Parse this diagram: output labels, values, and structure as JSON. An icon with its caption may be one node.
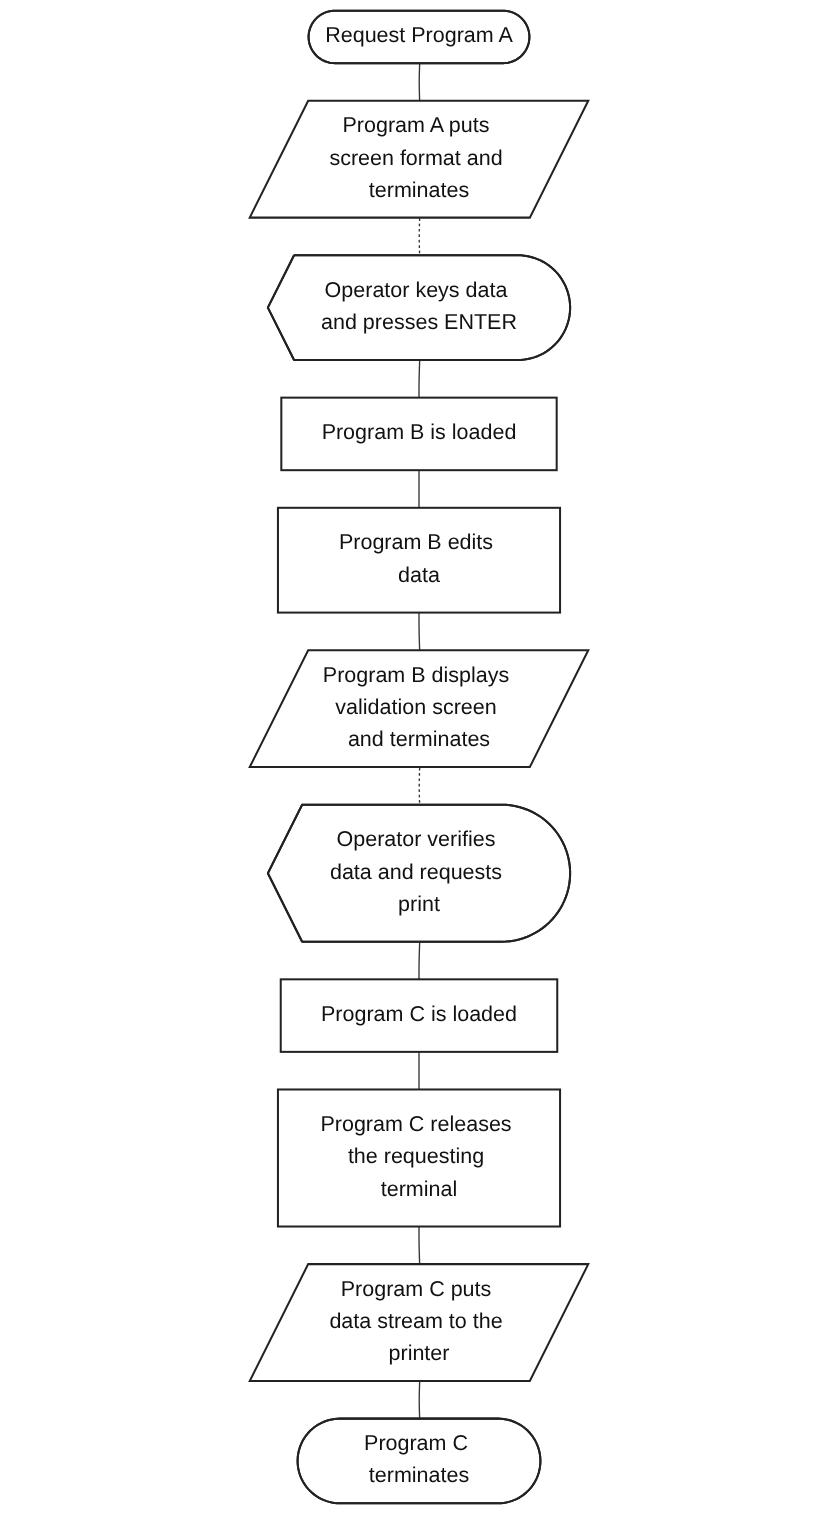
{
  "diagram": {
    "nodes": [
      {
        "text": [
          "Request Program A"
        ]
      },
      {
        "text": [
          "Program A puts screen format and terminates"
        ]
      },
      {
        "text": [
          "Operator keys data and presses ENTER"
        ]
      },
      {
        "text": [
          "Program B is loaded"
        ]
      },
      {
        "text": [
          "Program B edits data"
        ]
      },
      {
        "text": [
          "Program B displays validation screen and terminates"
        ]
      },
      {
        "text": [
          "Operator verifies data and requests print"
        ]
      },
      {
        "text": [
          "Program C is loaded"
        ]
      },
      {
        "text": [
          "Program C releases the requesting terminal"
        ]
      },
      {
        "text": [
          "Program C puts data stream to the printer"
        ]
      },
      {
        "text": [
          "Program C terminates"
        ]
      }
    ],
    "edges": [
      {
        "from": 0,
        "to": 1,
        "arrow": "none"
      },
      {
        "from": 1,
        "to": 2,
        "arrow": "none",
        "style": "dashed"
      },
      {
        "from": 2,
        "to": 3,
        "arrow": "none"
      },
      {
        "from": 3,
        "to": 4,
        "arrow": "none"
      },
      {
        "from": 4,
        "to": 5,
        "arrow": "none"
      },
      {
        "from": 5,
        "to": 6,
        "arrow": "none",
        "style": "dashed"
      },
      {
        "from": 6,
        "to": 7,
        "arrow": "none"
      },
      {
        "from": 7,
        "to": 8,
        "arrow": "none"
      },
      {
        "from": 8,
        "to": 9,
        "arrow": "none"
      },
      {
        "from": 9,
        "to": 10,
        "arrow": "none"
      }
    ]
  }
}
